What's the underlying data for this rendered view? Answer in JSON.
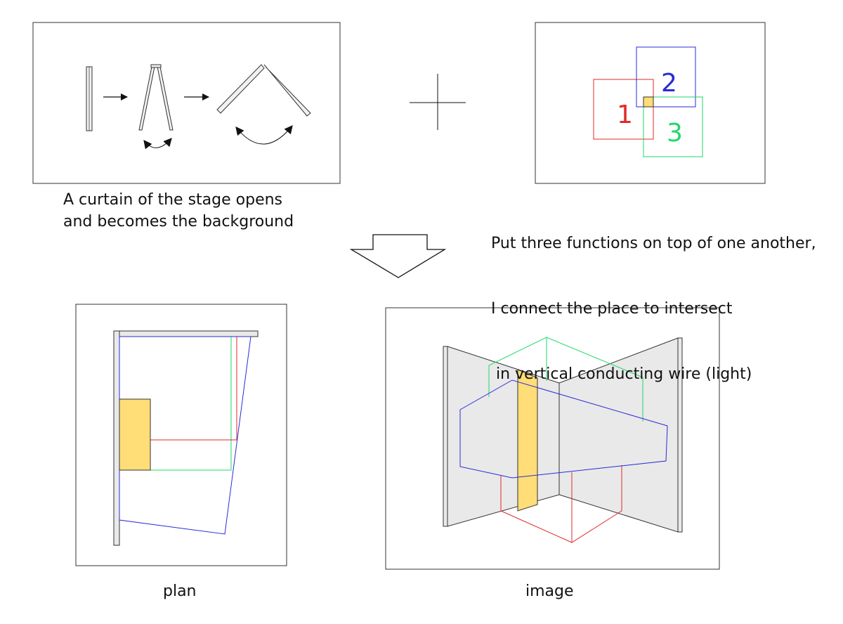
{
  "panels": {
    "curtain": {
      "caption_lines": [
        "A curtain of the stage opens",
        "and becomes the background"
      ]
    },
    "functions": {
      "caption_lines": [
        "Put three functions on top of one another,",
        "I connect the place to intersect",
        " in vertical conducting wire (light)"
      ],
      "labels": [
        "1",
        "2",
        "3"
      ]
    },
    "plan": {
      "caption": "plan"
    },
    "image": {
      "caption": "image"
    }
  },
  "colors": {
    "function_1": "#e02a2a",
    "function_2": "#2a2ad8",
    "function_3": "#1ed86a",
    "light": "#ffdd77",
    "wall": "#e9e9e9",
    "frame": "#333333"
  }
}
